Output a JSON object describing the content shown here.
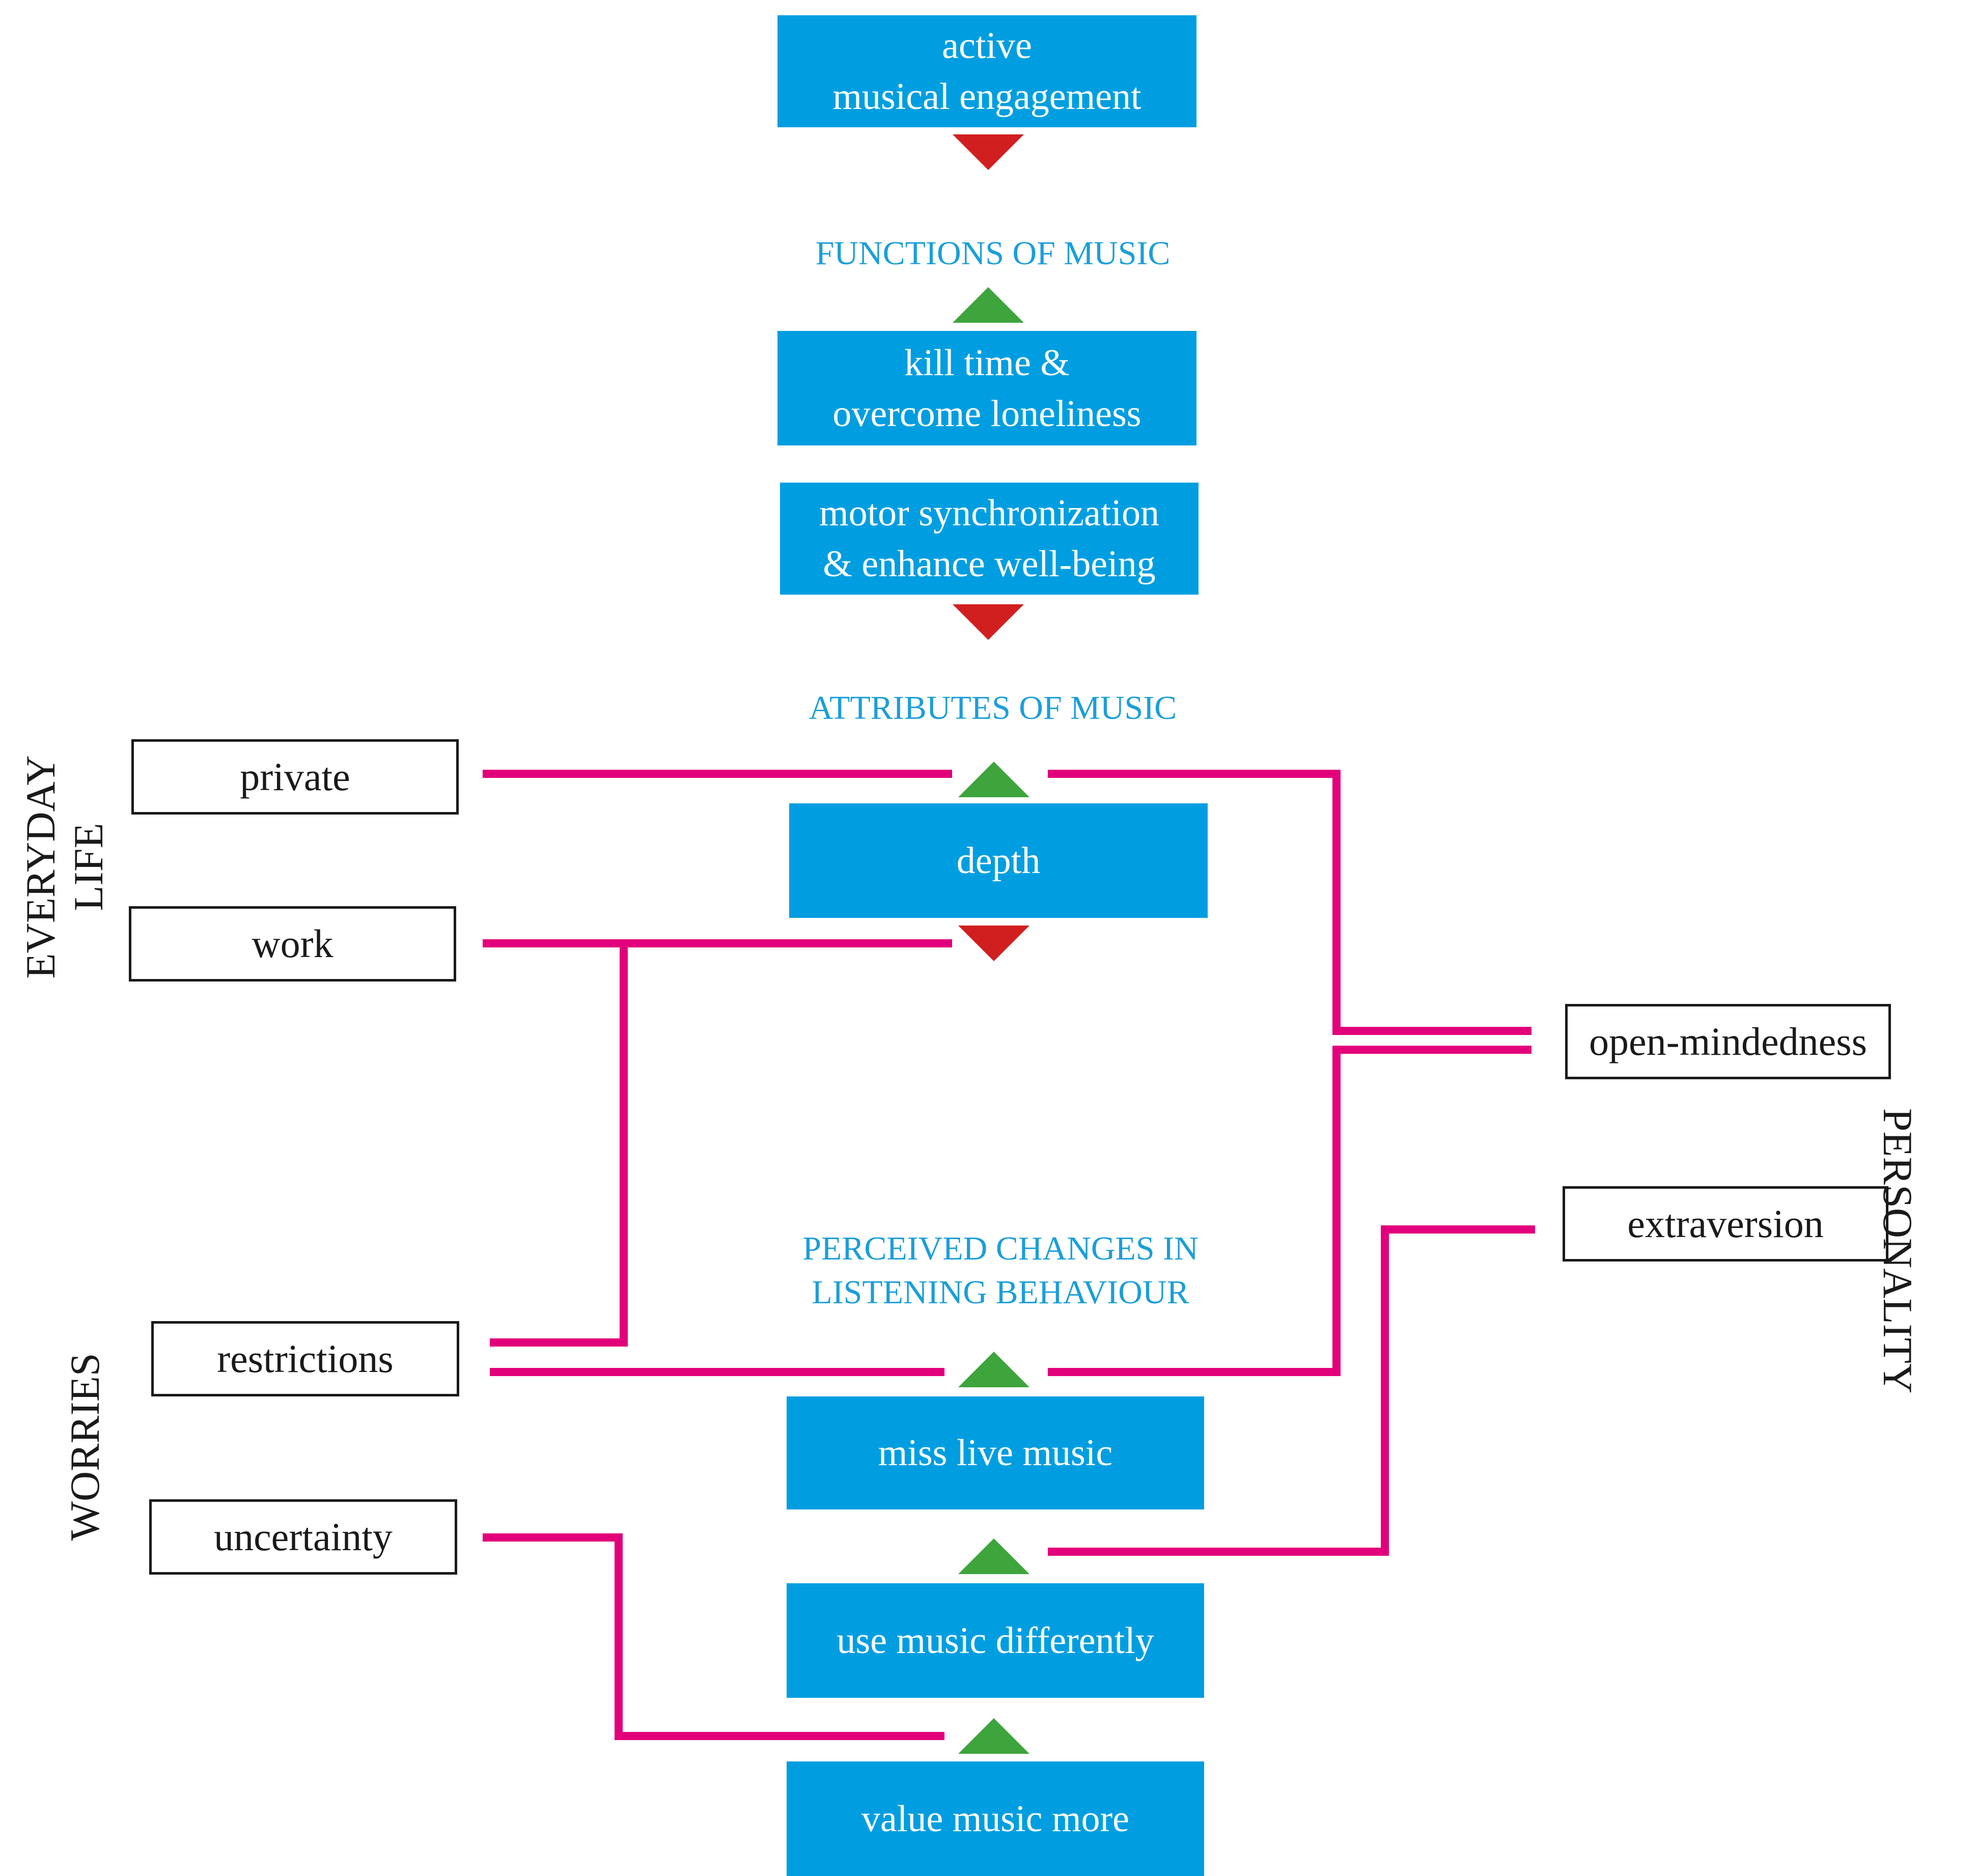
{
  "colors": {
    "accent_box": "#009ee0",
    "heading_text": "#1b9ed9",
    "connector": "#e2007a",
    "arrow_positive": "#3ea43c",
    "arrow_negative": "#d11f1f"
  },
  "headings": {
    "functions": "FUNCTIONS OF MUSIC",
    "attributes": "ATTRIBUTES OF MUSIC",
    "perceived": "PERCEIVED CHANGES IN\nLISTENING BEHAVIOUR"
  },
  "boxes": {
    "active": "active\nmusical engagement",
    "kill_time": "kill time &\novercome loneliness",
    "motor": "motor synchronization\n& enhance well-being",
    "depth": "depth",
    "miss_live": "miss live music",
    "use_differently": "use music differently",
    "value_more": "value music more"
  },
  "factors": {
    "private": "private",
    "work": "work",
    "restrictions": "restrictions",
    "uncertainty": "uncertainty",
    "open_mindedness": "open-mindedness",
    "extraversion": "extraversion"
  },
  "groups": {
    "everyday_life": "EVERYDAY\nLIFE",
    "worries": "WORRIES",
    "personality": "PERSONALITY"
  },
  "effects": {
    "active": "negative",
    "kill_time": "positive",
    "motor": "negative",
    "depth_private": "positive",
    "depth_work": "negative",
    "miss_live": "positive",
    "use_differently": "positive",
    "value_more": "positive"
  }
}
